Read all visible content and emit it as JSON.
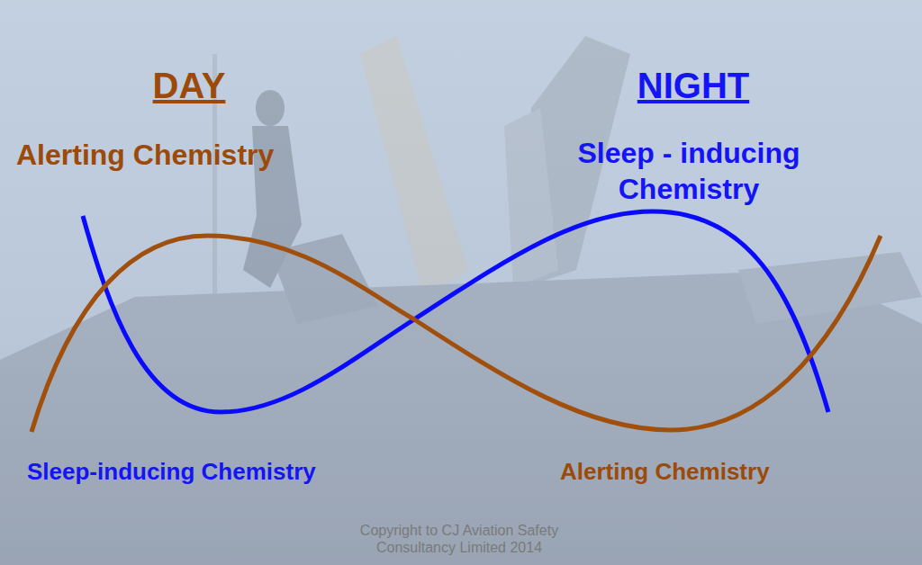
{
  "diagram": {
    "labels": [
      "DAY",
      "Alerting Chemistry",
      "NIGHT",
      "Sleep - inducing Chemistry",
      "Sleep-inducing Chemistry",
      "Alerting Chemistry",
      "Copyright to CJ Aviation Safety Consultancy Limited 2014"
    ]
  }
}
